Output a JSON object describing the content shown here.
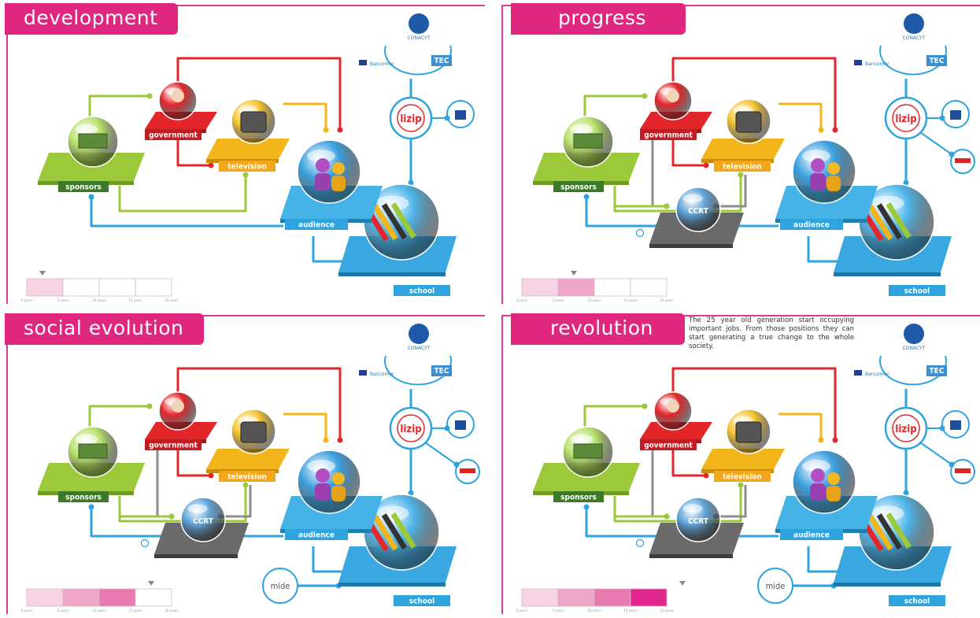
{
  "panels": [
    {
      "title": "development",
      "has_ccrt": false,
      "has_mide": false,
      "has_extra_logo": false,
      "timeline_filled": 1,
      "marker_index": 0
    },
    {
      "title": "progress",
      "has_ccrt": true,
      "has_mide": false,
      "has_extra_logo": true,
      "timeline_filled": 2,
      "marker_index": 1
    },
    {
      "title": "social evolution",
      "has_ccrt": true,
      "has_mide": true,
      "has_extra_logo": true,
      "timeline_filled": 3,
      "marker_index": 3
    },
    {
      "title": "revolution",
      "has_ccrt": true,
      "has_mide": true,
      "has_extra_logo": true,
      "timeline_filled": 4,
      "marker_index": 4,
      "description": "The 25 year old generation start occupying important jobs. From those positions they can start generating a true change to the whole society."
    }
  ],
  "labels": {
    "government": "government",
    "television": "television",
    "sponsors": "sponsors",
    "audience": "audience",
    "school": "school",
    "ccrt": "CCRT",
    "lizip": "lizip",
    "conacyt": "CONACYT",
    "bancomer": "Bancomer",
    "itesm": "TEC",
    "mide": "mide"
  },
  "timeline_ticks": [
    "0 years",
    "5 years",
    "10 years",
    "15 years",
    "20 years"
  ],
  "colors": {
    "pink": "#e0277f",
    "red": "#e3262a",
    "yellow": "#f2b51a",
    "green": "#9bc93a",
    "blue": "#2ea3dd",
    "gray": "#8d8d8d"
  }
}
